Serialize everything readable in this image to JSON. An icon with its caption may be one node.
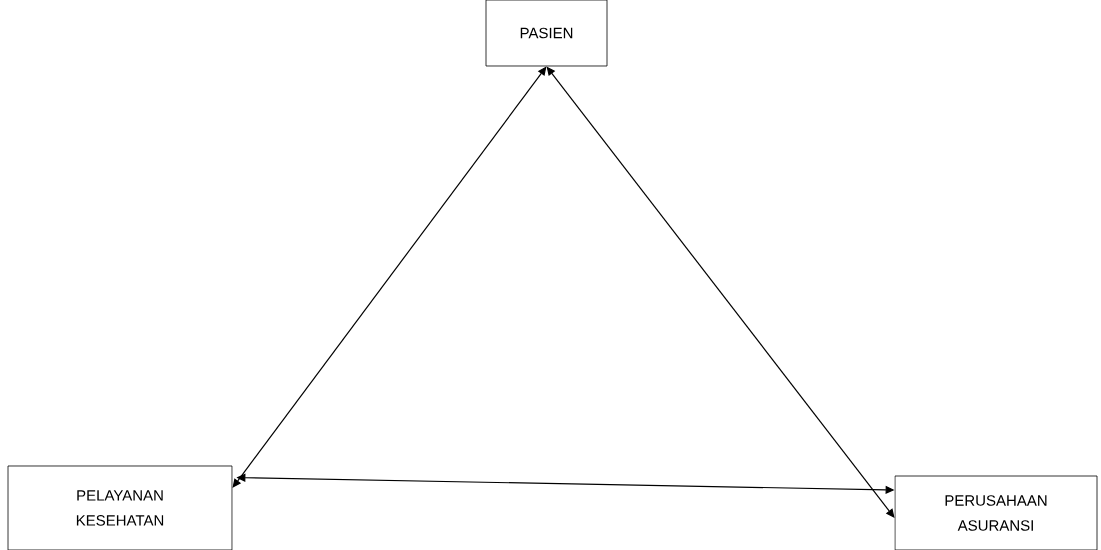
{
  "diagram": {
    "nodes": [
      {
        "text": [
          "PASIEN"
        ]
      },
      {
        "text": [
          "PELAYANAN KESEHATAN"
        ]
      },
      {
        "text": [
          "PERUSAHAAN ASURANSI"
        ]
      }
    ],
    "edges": [
      {
        "from": 0,
        "to": 1,
        "arrow": "both"
      },
      {
        "from": 0,
        "to": 2,
        "arrow": "both"
      },
      {
        "from": 1,
        "to": 2,
        "arrow": "both"
      }
    ]
  }
}
